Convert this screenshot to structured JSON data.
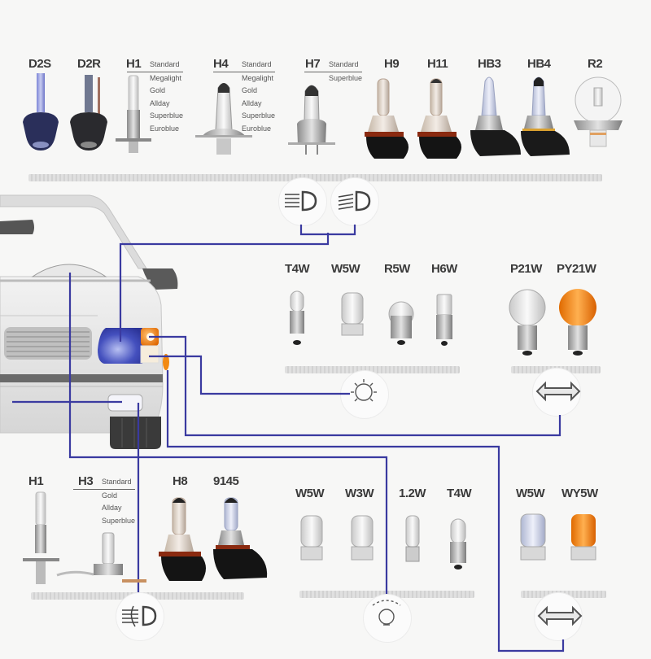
{
  "top_row": {
    "bulbs": [
      {
        "code": "D2S"
      },
      {
        "code": "D2R"
      },
      {
        "code": "H1",
        "variants": [
          "Standard",
          "Megalight",
          "Gold",
          "Allday",
          "Superblue",
          "Euroblue"
        ]
      },
      {
        "code": "H4",
        "variants": [
          "Standard",
          "Megalight",
          "Gold",
          "Allday",
          "Superblue",
          "Euroblue"
        ]
      },
      {
        "code": "H7",
        "variants": [
          "Standard",
          "Superblue"
        ]
      },
      {
        "code": "H9"
      },
      {
        "code": "H11"
      },
      {
        "code": "HB3"
      },
      {
        "code": "HB4"
      },
      {
        "code": "R2"
      }
    ],
    "symbols": [
      "low-beam-headlight-icon",
      "high-beam-headlight-icon"
    ]
  },
  "middle_row": {
    "side_lights": {
      "bulbs": [
        {
          "code": "T4W"
        },
        {
          "code": "W5W"
        },
        {
          "code": "R5W"
        },
        {
          "code": "H6W"
        }
      ],
      "symbol": "parking-light-icon"
    },
    "indicators": {
      "bulbs": [
        {
          "code": "P21W",
          "color": "#f2f2f2"
        },
        {
          "code": "PY21W",
          "color": "#f28a12"
        }
      ],
      "symbol": "turn-signal-arrows-icon"
    }
  },
  "bottom_row": {
    "fog_lights": {
      "bulbs": [
        {
          "code": "H1"
        },
        {
          "code": "H3",
          "variants": [
            "Standard",
            "Gold",
            "Allday",
            "Superblue"
          ]
        },
        {
          "code": "H8"
        },
        {
          "code": "9145"
        }
      ],
      "symbol": "fog-light-icon"
    },
    "interior_lights": {
      "bulbs": [
        {
          "code": "W5W"
        },
        {
          "code": "W3W"
        },
        {
          "code": "1.2W"
        },
        {
          "code": "T4W"
        }
      ],
      "symbol": "dashboard-light-icon"
    },
    "side_repeaters": {
      "bulbs": [
        {
          "code": "W5W",
          "color": "#f0f2f6"
        },
        {
          "code": "WY5W",
          "color": "#f07818"
        }
      ],
      "symbol": "turn-signal-arrows-icon"
    }
  },
  "colors": {
    "wire": "#3a3aa0",
    "headlamp": "#3c46b4",
    "amber": "#f28a12",
    "car_body": "#e6e6e6"
  }
}
